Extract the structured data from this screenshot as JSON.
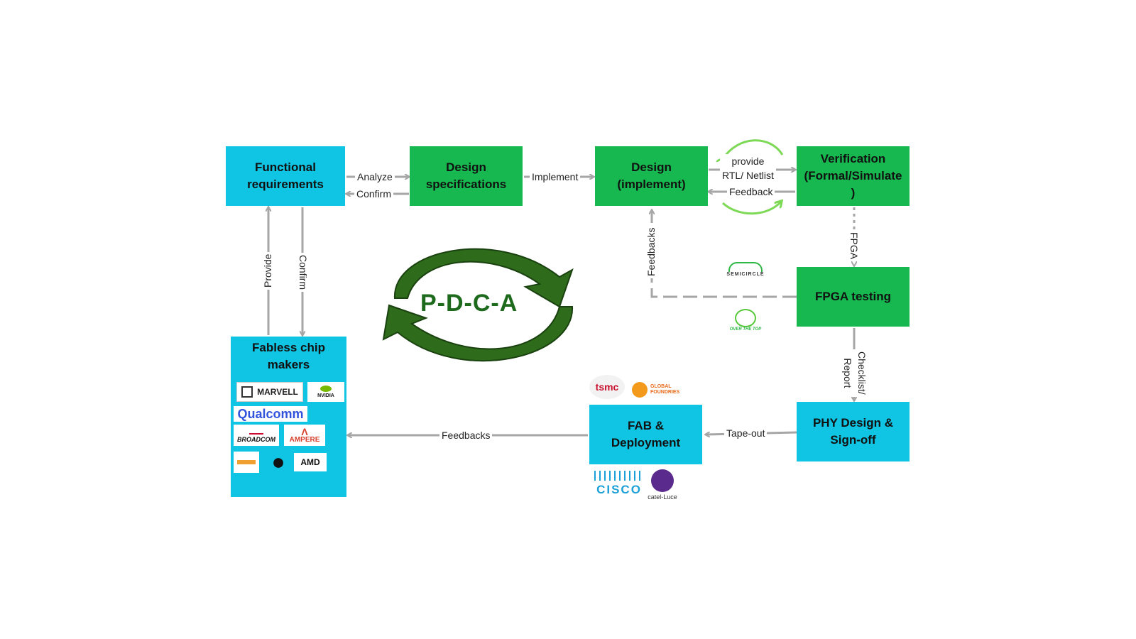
{
  "center_label": "P-D-C-A",
  "nodes": {
    "functional_requirements": "Functional\nrequirements",
    "design_specifications": "Design\nspecifications",
    "design_implement": "Design\n(implement)",
    "verification": "Verification\n(Formal/Simulate\n)",
    "fpga_testing": "FPGA testing",
    "phy_design": "PHY Design &\nSign-off",
    "fab_deployment": "FAB &\nDeployment",
    "fabless": "Fabless chip\nmakers"
  },
  "edges": {
    "analyze": "Analyze",
    "confirm_top": "Confirm",
    "implement": "Implement",
    "provide_rtl": "provide\nRTL/ Netlist",
    "feedback": "Feedback",
    "fpga": "FPGA",
    "feedbacks_vertical": "Feedbacks",
    "checklist_report": "Checklist/\nReport",
    "tape_out": "Tape-out",
    "feedbacks_bottom": "Feedbacks",
    "provide": "Provide",
    "confirm_left": "Confirm"
  },
  "logos": {
    "marvell": "MARVELL",
    "nvidia": "NVIDIA",
    "qualcomm": "Qualcomm",
    "broadcom": "BROADCOM",
    "ampere": "AMPERE",
    "amd": "AMD",
    "tsmc": "tsmc",
    "globalfoundries": "GLOBAL FOUNDRIES",
    "cisco": "CISCO",
    "alcatel": "catel-Luce",
    "semicircle": "SEMICIRCLE",
    "over_the_top": "OVER THE TOP"
  },
  "colors": {
    "cyan_box": "#10c4e3",
    "green_box": "#16b84f",
    "pdca_green": "#1d6a1d",
    "arrow_gray": "#a6a6a6",
    "loop_green": "#7ed957"
  }
}
